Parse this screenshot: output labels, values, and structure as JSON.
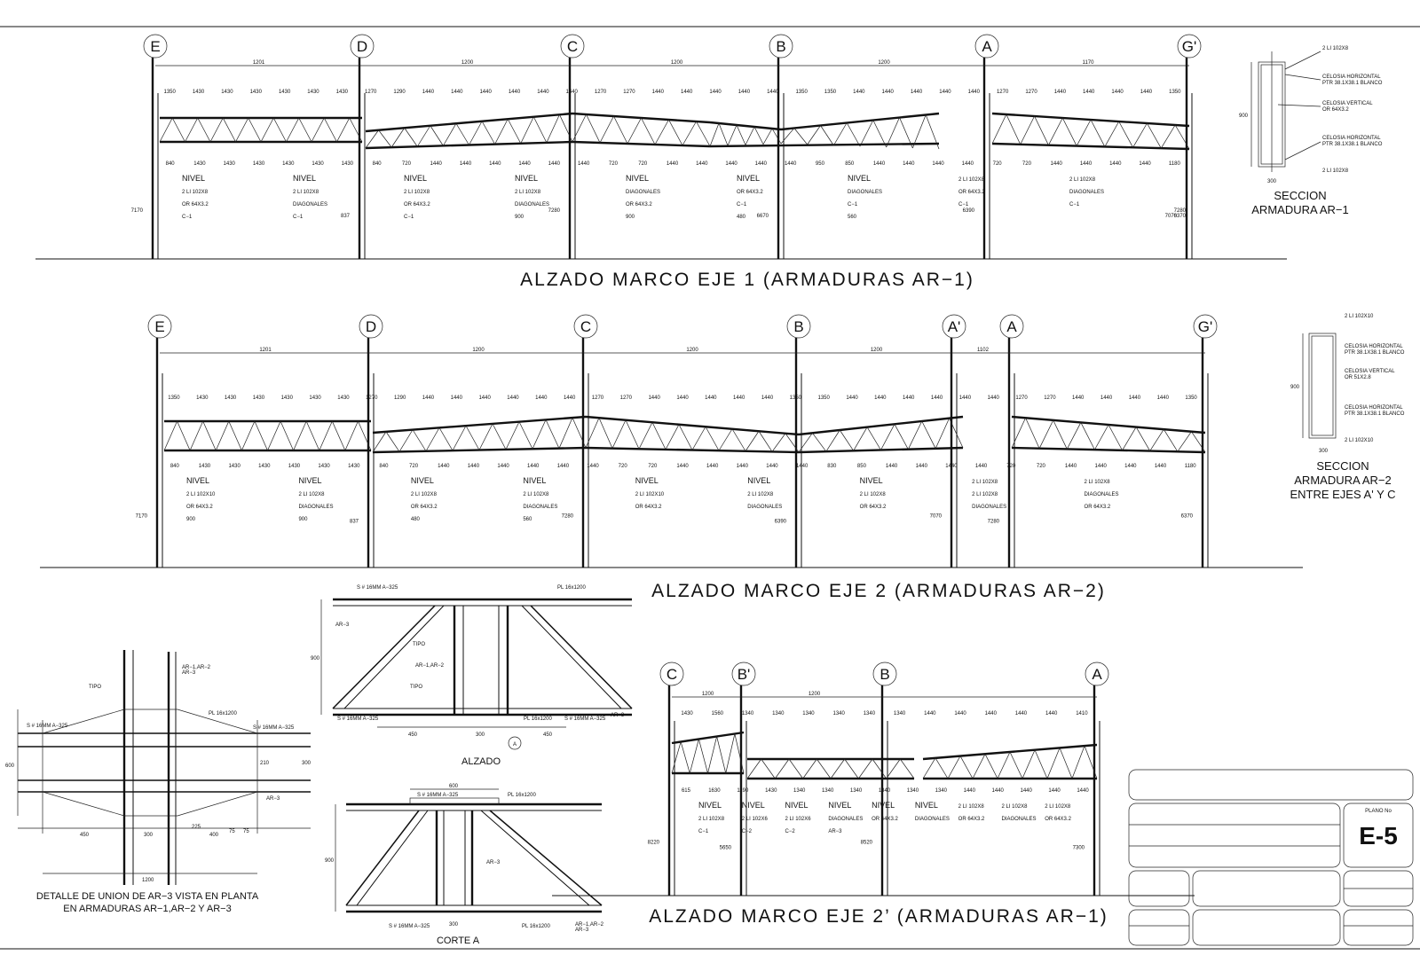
{
  "sheet": {
    "elevations": [
      {
        "title": "ALZADO  MARCO  EJE  1     (ARMADURAS  AR−1)",
        "axes": [
          "E",
          "D",
          "C",
          "B",
          "A",
          "G'"
        ],
        "spans": [
          "1201",
          "1200",
          "1200",
          "1200",
          "1170"
        ],
        "heights": [
          "7170",
          "837",
          "7280",
          "6670",
          "6390",
          "7070",
          "7280",
          "6370"
        ],
        "top_dims": [
          "1350",
          "1430",
          "1430",
          "1430",
          "1430",
          "1430",
          "1430",
          "1270",
          "1290",
          "1440",
          "1440",
          "1440",
          "1440",
          "1440",
          "1440",
          "1270",
          "1270",
          "1440",
          "1440",
          "1440",
          "1440",
          "1440",
          "1350",
          "1350",
          "1440",
          "1440",
          "1440",
          "1440",
          "1440",
          "1270",
          "1270",
          "1440",
          "1440",
          "1440",
          "1440",
          "1350"
        ],
        "bot_dims": [
          "840",
          "1430",
          "1430",
          "1430",
          "1430",
          "1430",
          "1430",
          "840",
          "720",
          "1440",
          "1440",
          "1440",
          "1440",
          "1440",
          "1440",
          "720",
          "720",
          "1440",
          "1440",
          "1440",
          "1440",
          "1440",
          "950",
          "850",
          "1440",
          "1440",
          "1440",
          "1440",
          "720",
          "720",
          "1440",
          "1440",
          "1440",
          "1440",
          "1180"
        ],
        "notes": [
          "NIVEL",
          "NIVEL",
          "NIVEL",
          "NIVEL",
          "NIVEL",
          "NIVEL",
          "NIVEL",
          "2 LI 102X8",
          "2 LI 102X8",
          "2 LI 102X8",
          "2 LI 102X8",
          "2 LI 102X8",
          "2 LI 102X8",
          "DIAGONALES",
          "OR 64X3.2",
          "DIAGONALES",
          "OR 64X3.2",
          "DIAGONALES",
          "OR 64X3.2",
          "DIAGONALES",
          "OR 64X3.2",
          "DIAGONALES",
          "OR 64X3.2",
          "C−1",
          "C−1",
          "C−1",
          "C−1",
          "C−1",
          "C−1",
          "C−1",
          "900",
          "900",
          "480",
          "560"
        ]
      },
      {
        "title": "ALZADO  MARCO  EJE  2     (ARMADURAS  AR−2)",
        "axes": [
          "E",
          "D",
          "C",
          "B",
          "A'",
          "A",
          "G'"
        ],
        "spans": [
          "1201",
          "1200",
          "1200",
          "1200",
          "1102"
        ],
        "heights": [
          "7170",
          "837",
          "7280",
          "6390",
          "7070",
          "7280",
          "6370"
        ],
        "top_dims": [
          "1350",
          "1430",
          "1430",
          "1430",
          "1430",
          "1430",
          "1430",
          "1270",
          "1290",
          "1440",
          "1440",
          "1440",
          "1440",
          "1440",
          "1440",
          "1270",
          "1270",
          "1440",
          "1440",
          "1440",
          "1440",
          "1440",
          "1350",
          "1350",
          "1440",
          "1440",
          "1440",
          "1440",
          "1440",
          "1440",
          "1270",
          "1270",
          "1440",
          "1440",
          "1440",
          "1440",
          "1350"
        ],
        "bot_dims": [
          "840",
          "1430",
          "1430",
          "1430",
          "1430",
          "1430",
          "1430",
          "840",
          "720",
          "1440",
          "1440",
          "1440",
          "1440",
          "1440",
          "1440",
          "720",
          "720",
          "1440",
          "1440",
          "1440",
          "1440",
          "1440",
          "830",
          "850",
          "1440",
          "1440",
          "1440",
          "1440",
          "720",
          "720",
          "1440",
          "1440",
          "1440",
          "1440",
          "1180"
        ],
        "notes": [
          "NIVEL",
          "NIVEL",
          "NIVEL",
          "NIVEL",
          "NIVEL",
          "NIVEL",
          "NIVEL",
          "2 LI 102X8",
          "2 LI 102X8",
          "2 LI 102X10",
          "2 LI 102X8",
          "2 LI 102X8",
          "2 LI 102X8",
          "2 LI 102X10",
          "2 LI 102X8",
          "2 LI 102X8",
          "2 LI 102X8",
          "DIAGONALES",
          "OR 64X3.2",
          "DIAGONALES",
          "OR 64X3.2",
          "DIAGONALES",
          "OR 64X3.2",
          "DIAGONALES",
          "OR 64X3.2",
          "DIAGONALES",
          "OR 64X3.2",
          "900",
          "900",
          "480",
          "560"
        ]
      },
      {
        "title": "ALZADO  MARCO  EJE  2’     (ARMADURAS  AR−1)",
        "axes": [
          "C",
          "B'",
          "B",
          "A"
        ],
        "spans": [
          "1200",
          "1200"
        ],
        "heights": [
          "8220",
          "5650",
          "8520",
          "7300"
        ],
        "top_dims": [
          "1430",
          "1560",
          "1340",
          "1340",
          "1340",
          "1340",
          "1340",
          "1340",
          "1440",
          "1440",
          "1440",
          "1440",
          "1440",
          "1410"
        ],
        "bot_dims": [
          "615",
          "1630",
          "1190",
          "1430",
          "1340",
          "1340",
          "1340",
          "1340",
          "1340",
          "1340",
          "1440",
          "1440",
          "1440",
          "1440",
          "1440"
        ],
        "notes": [
          "NIVEL",
          "NIVEL",
          "NIVEL",
          "NIVEL",
          "NIVEL",
          "NIVEL",
          "2 LI 102X8",
          "2 LI 102X8",
          "2 LI 102X8",
          "2 LI 102X8",
          "2 LI 102X6",
          "2 LI 102X6",
          "DIAGONALES",
          "OR 64X3.2",
          "DIAGONALES",
          "OR 64X3.2",
          "DIAGONALES",
          "OR 64X3.2",
          "C−1",
          "C−2",
          "C−2",
          "AR−3"
        ]
      }
    ],
    "sections": [
      {
        "title_lines": [
          "SECCION",
          "ARMADURA  AR−1"
        ],
        "notes": [
          "2 LI 102X8",
          "CELOSIA HORIZONTAL",
          "PTR 38.1X38.1 BLANCO",
          "CELOSIA VERTICAL",
          "OR 64X3.2",
          "CELOSIA HORIZONTAL",
          "PTR 38.1X38.1 BLANCO",
          "2 LI 102X8",
          "900",
          "300"
        ]
      },
      {
        "title_lines": [
          "SECCION",
          "ARMADURA  AR−2",
          "ENTRE  EJES  A'  Y  C"
        ],
        "notes": [
          "2 LI 102X10",
          "CELOSIA HORIZONTAL",
          "PTR 38.1X38.1 BLANCO",
          "CELOSIA VERTICAL",
          "OR 51X2.8",
          "CELOSIA HORIZONTAL",
          "PTR 38.1X38.1 BLANCO",
          "2 LI 102X10",
          "900",
          "300"
        ]
      }
    ],
    "details": {
      "plan_title_lines": [
        "DETALLE  DE  UNION  DE  AR−3  VISTA  EN  PLANTA",
        "EN  ARMADURAS  AR−1,AR−2  Y  AR−3"
      ],
      "plan_notes": [
        "AR−1,AR−2",
        "AR−3",
        "PL 16x1200",
        "TIPO",
        "S # 16MM A−325",
        "S # 16MM A−325",
        "AR−3",
        "600",
        "300",
        "210",
        "450",
        "300",
        "225",
        "400",
        "75",
        "75",
        "1200"
      ],
      "alzado_label": "ALZADO",
      "alzado_notes": [
        "S # 16MM A−325",
        "PL 16x1200",
        "S # 16MM A−325",
        "PL 16x1200",
        "S # 16MM A−325",
        "AR−3",
        "AR−3",
        "TIPO",
        "TIPO",
        "AR−1,AR−2",
        "900",
        "450",
        "300",
        "450",
        "A"
      ],
      "corte_label": "CORTE  A",
      "corte_notes": [
        "600",
        "S # 16MM A−325",
        "PL 16x1200",
        "AR−3",
        "S # 16MM A−325",
        "PL 16x1200",
        "AR−1,AR−2",
        "AR−3",
        "900",
        "300"
      ]
    },
    "title_block": {
      "plano_label": "PLANO No",
      "plano_number": "E-5"
    }
  }
}
